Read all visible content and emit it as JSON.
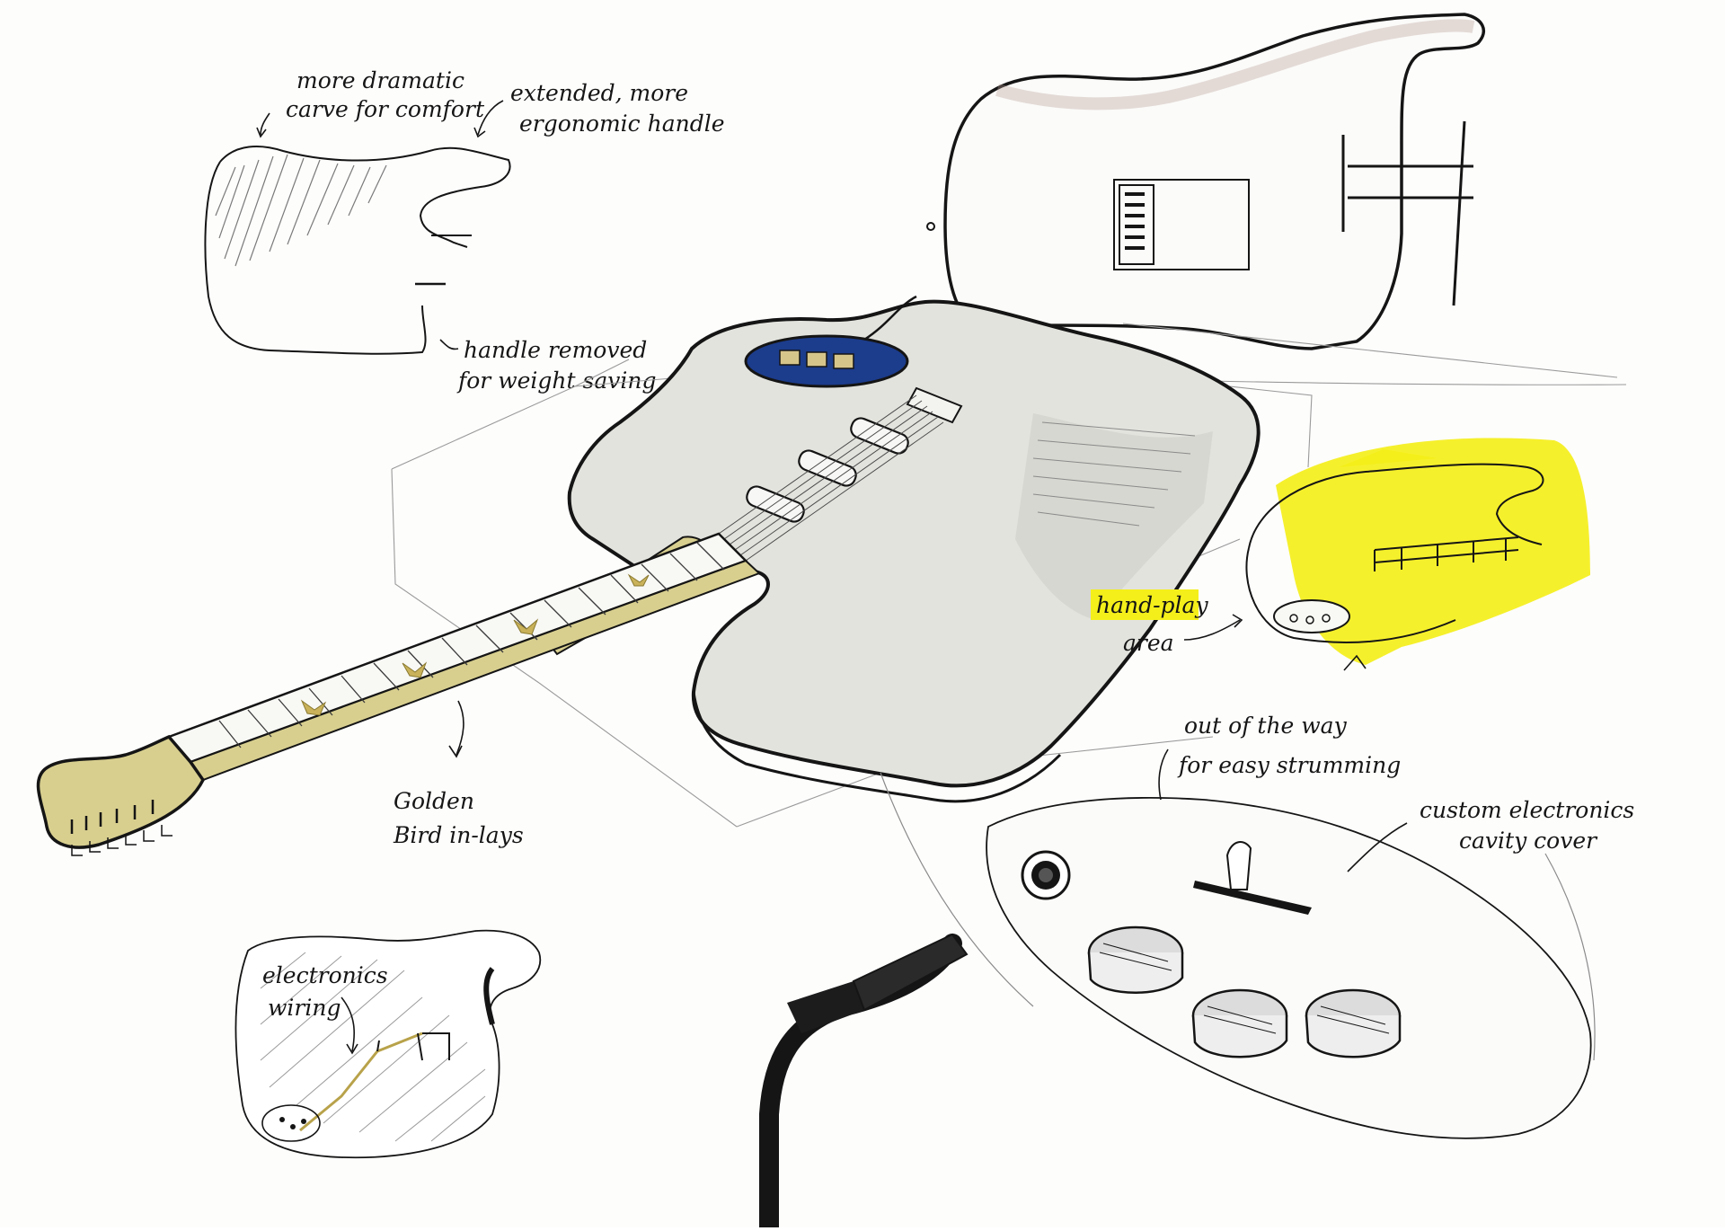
{
  "annotations": {
    "carve_line1": "more dramatic",
    "carve_line2": "carve for comfort",
    "handle_line1": "extended, more",
    "handle_line2": "ergonomic handle",
    "removed_line1": "handle removed",
    "removed_line2": "for weight saving",
    "inlay_line1": "Golden",
    "inlay_line2": "Bird in-lays",
    "handplay_line1": "hand-play",
    "handplay_line2": "area",
    "strum_line1": "out of the way",
    "strum_line2": "for easy strumming",
    "cover_line1": "custom electronics",
    "cover_line2": "cavity cover",
    "wiring_line1": "electronics",
    "wiring_line2": "wiring"
  },
  "colors": {
    "ink": "#151515",
    "pencil": "#8a8a8a",
    "body_wash": "#dcdcd6",
    "neck_gold": "#d8cf8f",
    "pickup_blue": "#1c3c8c",
    "highlighter": "#f4ef1a"
  }
}
